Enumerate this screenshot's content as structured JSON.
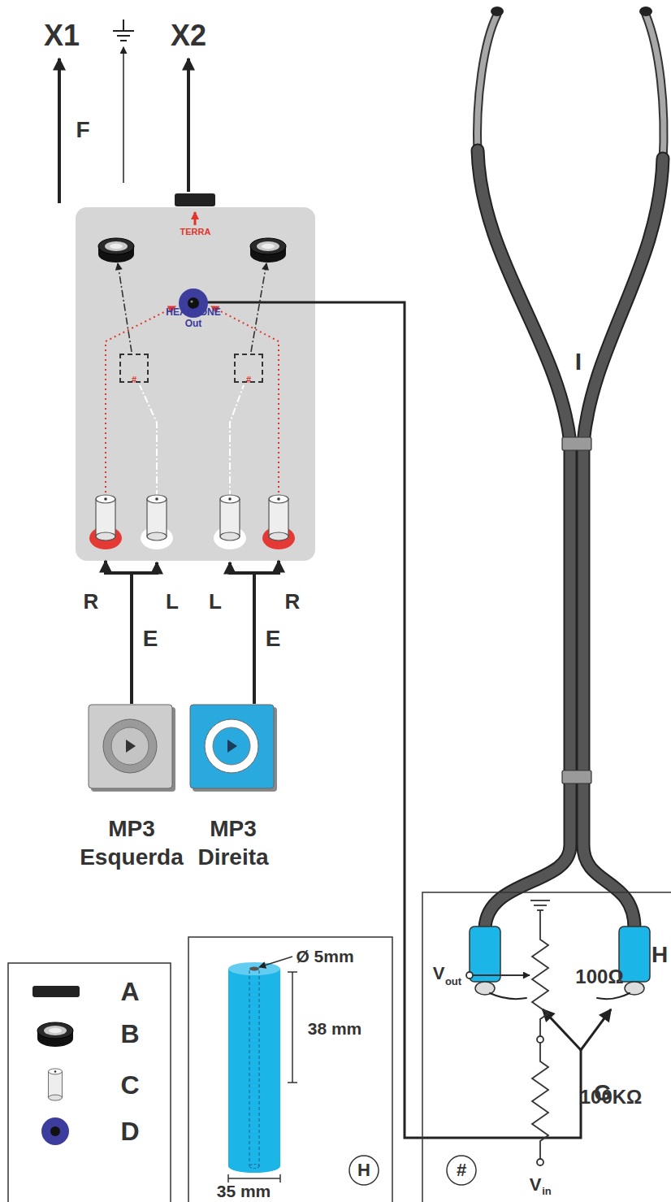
{
  "diagram": {
    "nodes": [
      {
        "text": [
          "TERRA"
        ]
      },
      {
        "text": [
          "HEADFONE Out"
        ],
        "in": 0
      },
      {
        "text": [
          "#"
        ],
        "in": 0
      },
      {
        "text": [
          "#"
        ],
        "in": 0
      },
      {
        "text": [
          "MP3 Esquerda"
        ]
      },
      {
        "text": [
          "MP3 Direita"
        ]
      }
    ],
    "edges": [
      {
        "from": 4,
        "to": 0,
        "arrow": "to",
        "label": "E"
      },
      {
        "from": 5,
        "to": 0,
        "arrow": "to",
        "label": "E"
      }
    ],
    "labels": [
      "X1",
      "X2",
      "F",
      "R",
      "L",
      "L",
      "R",
      "I",
      "H",
      "G",
      "Ø 5mm",
      "38 mm",
      "35 mm",
      "H",
      "V",
      "out",
      "100Ω",
      "100KΩ",
      "V",
      "in",
      "#"
    ],
    "legend": [
      {
        "text": "A"
      },
      {
        "text": "B"
      },
      {
        "text": "C"
      },
      {
        "text": "D"
      }
    ]
  }
}
